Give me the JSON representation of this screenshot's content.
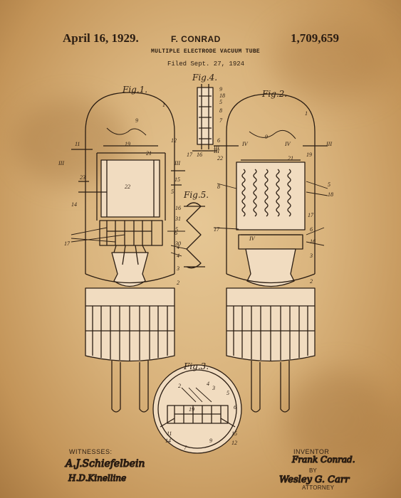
{
  "header": {
    "date": "April 16, 1929.",
    "inventor": "F. CONRAD",
    "patent_number": "1,709,659",
    "title": "MULTIPLE ELECTRODE VACUUM TUBE",
    "filed": "Filed Sept. 27, 1924"
  },
  "figures": {
    "fig1": "Fig.1.",
    "fig2": "Fig.2.",
    "fig3": "Fig.3.",
    "fig4": "Fig.4.",
    "fig5": "Fig.5."
  },
  "footer": {
    "witnesses_label": "WITNESSES:",
    "witness_1": "A.J.Schiefelbein",
    "witness_2": "H.D.Kinelline",
    "inventor_label": "INVENTOR",
    "inventor_signature": "Frank Conrad.",
    "by_label": "BY",
    "attorney_signature": "Wesley G. Carr",
    "attorney_label": "ATTORNEY"
  },
  "colors": {
    "paper": "#d9b37c",
    "ink": "#2b1d12",
    "paper_fill": "#f1dcc0"
  }
}
